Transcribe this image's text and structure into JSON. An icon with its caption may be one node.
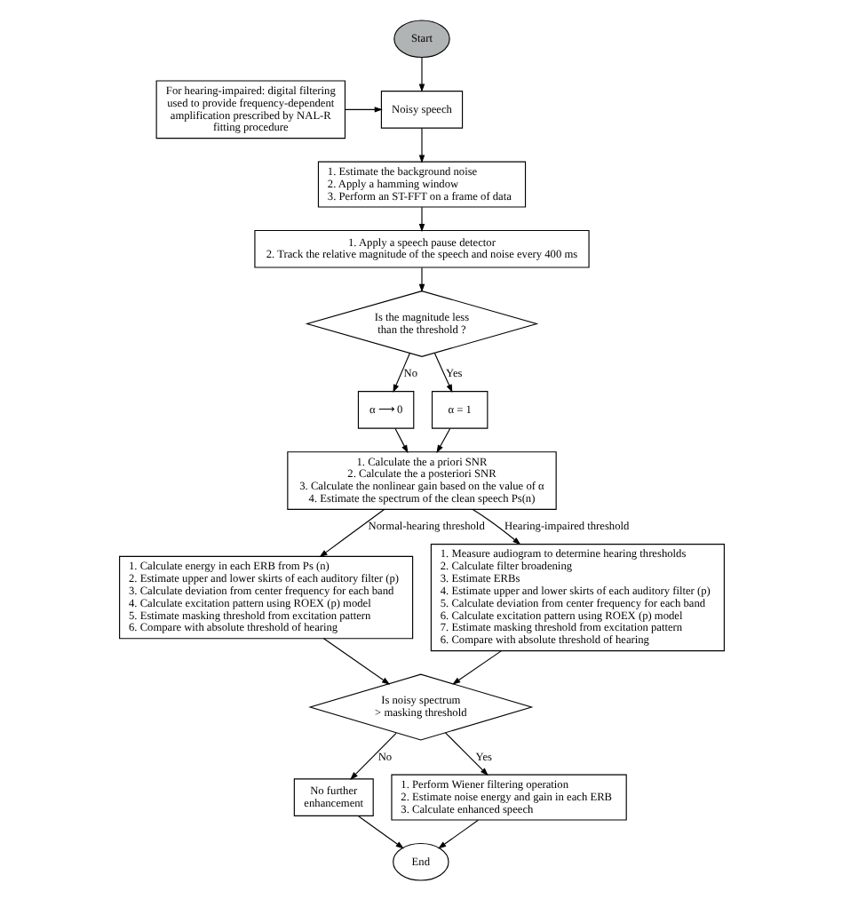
{
  "diagram": {
    "nodes": [
      {
        "text": [
          "Start"
        ]
      },
      {
        "text": [
          "For hearing-impaired: digital filtering used to provide frequency-dependent amplification prescribed by NAL-R fitting procedure"
        ]
      },
      {
        "text": [
          "Noisy speech"
        ]
      },
      {
        "text": [
          "1. Estimate the background noise",
          "2. Apply a hamming window",
          "3. Perform an ST-FFT on a frame of data"
        ]
      },
      {
        "text": [
          "1. Apply a speech pause detector",
          "2. Track the relative magnitude of the speech and noise every 400 ms"
        ]
      },
      {
        "text": [
          "Is the magnitude less than the threshold ?"
        ]
      },
      {
        "text": [
          "α ⟶ 0"
        ]
      },
      {
        "text": [
          "α = 1"
        ]
      },
      {
        "text": [
          "1. Calculate the a priori SNR",
          "2. Calculate the a posteriori SNR",
          "3. Calculate the nonlinear gain based on the value of α",
          "4. Estimate the spectrum of the clean speech Ps(n)"
        ]
      },
      {
        "text": [
          "1. Calculate energy in each ERB from Ps (n)",
          "2. Estimate upper and lower skirts of each auditory filter (p)",
          "3. Calculate deviation from center frequency for each band",
          "4. Calculate excitation pattern using ROEX (p) model",
          "5. Estimate masking threshold from excitation pattern",
          "6. Compare with absolute threshold of hearing"
        ]
      },
      {
        "text": [
          "1. Measure audiogram to determine hearing thresholds",
          "2. Calculate filter broadening",
          "3. Estimate ERBs",
          "4. Estimate upper and lower skirts of each auditory filter (p)",
          "5. Calculate deviation from center frequency for each band",
          "6. Calculate excitation pattern using ROEX (p) model",
          "7. Estimate masking threshold from excitation pattern",
          "6. Compare with absolute threshold of hearing"
        ]
      },
      {
        "text": [
          "Is noisy spectrum > masking threshold"
        ]
      },
      {
        "text": [
          "No further enhancement"
        ]
      },
      {
        "text": [
          "1. Perform Wiener filtering operation",
          "2. Estimate noise energy and gain in each ERB",
          "3. Calculate enhanced speech"
        ]
      },
      {
        "text": [
          "End"
        ]
      }
    ],
    "edges": [
      {
        "from": 0,
        "to": 2,
        "arrow": "to"
      },
      {
        "from": 1,
        "to": 2,
        "arrow": "to"
      },
      {
        "from": 2,
        "to": 3,
        "arrow": "to"
      },
      {
        "from": 3,
        "to": 4,
        "arrow": "to"
      },
      {
        "from": 4,
        "to": 5,
        "arrow": "to"
      },
      {
        "from": 5,
        "to": 6,
        "arrow": "to",
        "label": "No"
      },
      {
        "from": 5,
        "to": 7,
        "arrow": "to",
        "label": "Yes"
      },
      {
        "from": 6,
        "to": 8,
        "arrow": "to"
      },
      {
        "from": 7,
        "to": 8,
        "arrow": "to"
      },
      {
        "from": 8,
        "to": 9,
        "arrow": "to",
        "label": "Normal-hearing threshold"
      },
      {
        "from": 8,
        "to": 10,
        "arrow": "to",
        "label": "Hearing-impaired threshold"
      },
      {
        "from": 9,
        "to": 11,
        "arrow": "to"
      },
      {
        "from": 10,
        "to": 11,
        "arrow": "to"
      },
      {
        "from": 11,
        "to": 12,
        "arrow": "to",
        "label": "No"
      },
      {
        "from": 11,
        "to": 13,
        "arrow": "to",
        "label": "Yes"
      },
      {
        "from": 12,
        "to": 14,
        "arrow": "to"
      },
      {
        "from": 13,
        "to": 14,
        "arrow": "to"
      }
    ]
  }
}
